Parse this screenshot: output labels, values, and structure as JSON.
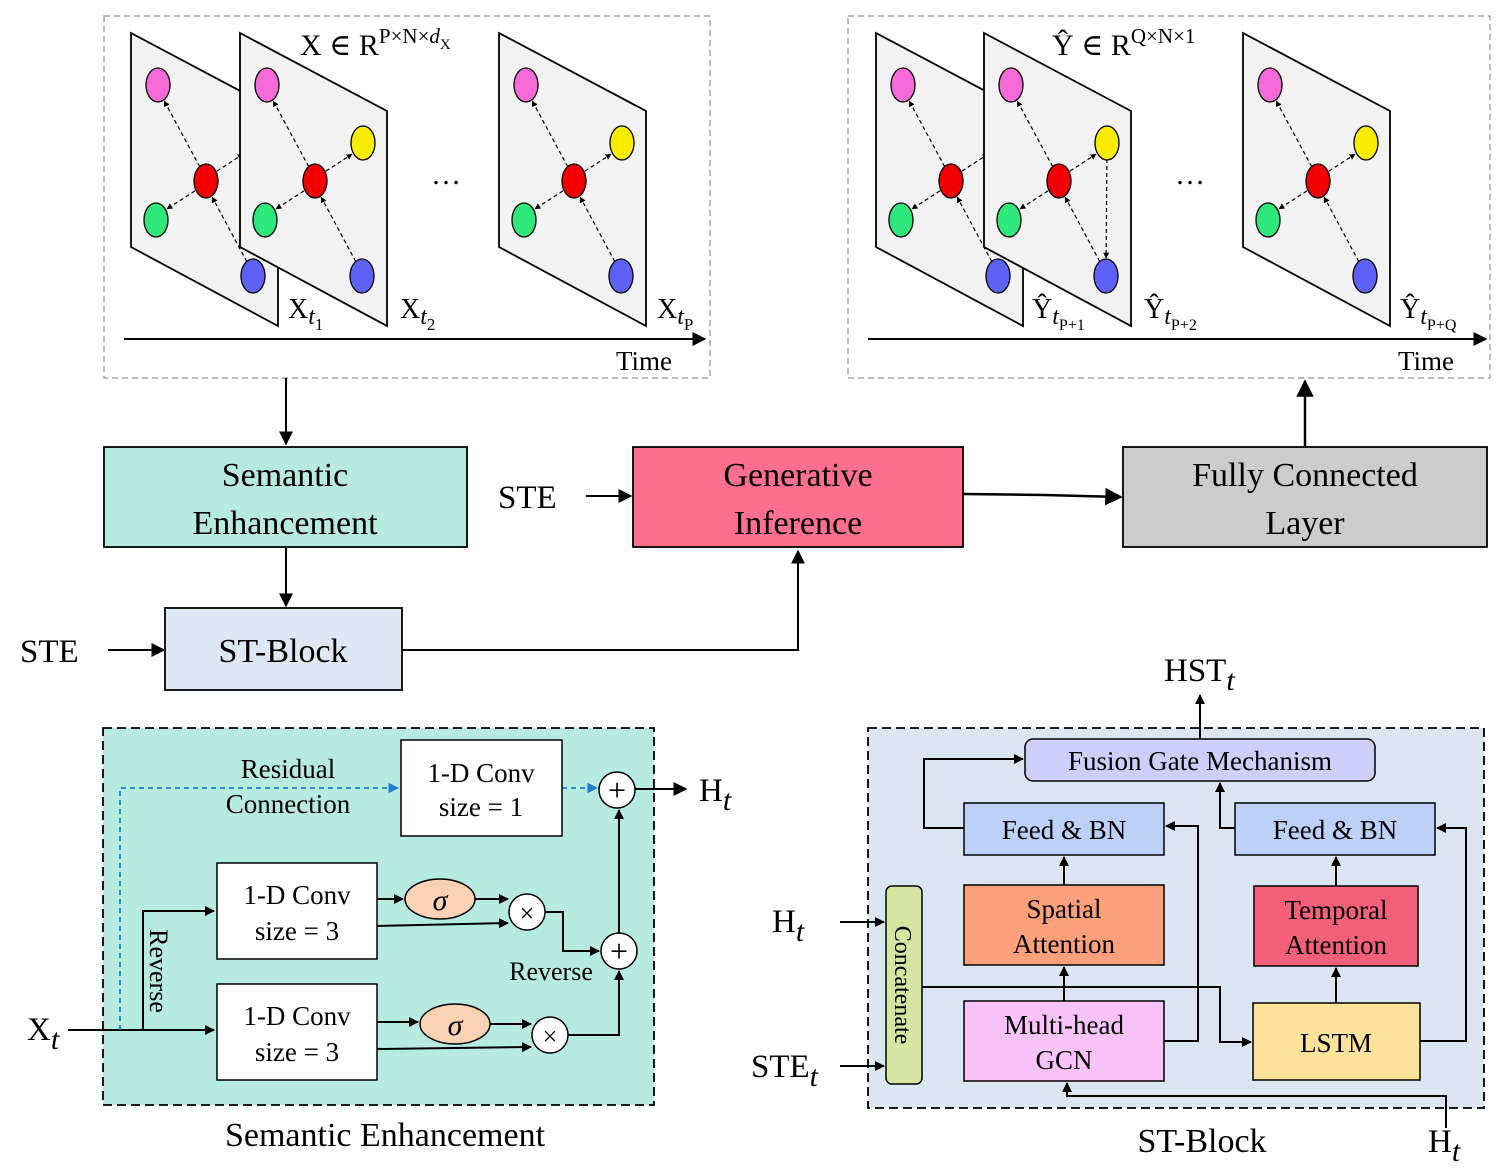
{
  "input_panel": {
    "formula": {
      "base": "X ∈ R",
      "sup": "P×N×",
      "sup_var": "d",
      "sup_sub": "X"
    },
    "ellipsis": "…",
    "frame_labels": [
      {
        "base": "X",
        "var": "t",
        "sub": "1"
      },
      {
        "base": "X",
        "var": "t",
        "sub": "2"
      },
      {
        "base": "X",
        "var": "t",
        "sub": "P"
      }
    ],
    "time_label": "Time"
  },
  "output_panel": {
    "formula": {
      "base": "Ŷ ∈ R",
      "sup": "Q×N×1"
    },
    "ellipsis": "…",
    "frame_labels": [
      {
        "base": "Ŷ",
        "var": "t",
        "sub": "P+1"
      },
      {
        "base": "Ŷ",
        "var": "t",
        "sub": "P+2"
      },
      {
        "base": "Ŷ",
        "var": "t",
        "sub": "P+Q"
      }
    ],
    "time_label": "Time"
  },
  "pipeline": {
    "semantic_enhancement": [
      "Semantic",
      "Enhancement"
    ],
    "st_block": "ST-Block",
    "generative_inference": [
      "Generative",
      "Inference"
    ],
    "fully_connected": [
      "Fully Connected",
      "Layer"
    ],
    "ste_left": "STE",
    "ste_middle": "STE"
  },
  "se_detail": {
    "title": "Semantic Enhancement",
    "residual": [
      "Residual",
      "Connection"
    ],
    "conv1": [
      "1-D Conv",
      "size = 1"
    ],
    "conv3_top": [
      "1-D Conv",
      "size = 3"
    ],
    "conv3_bottom": [
      "1-D Conv",
      "size = 3"
    ],
    "sigma": "σ",
    "times": "×",
    "plus": "+",
    "reverse_vertical": "Reverse",
    "reverse_horizontal": "Reverse",
    "output": {
      "base": "H",
      "var": "t"
    },
    "input": {
      "base": "X",
      "var": "t"
    }
  },
  "st_detail": {
    "title": "ST-Block",
    "output": {
      "base": "HST",
      "var": "t"
    },
    "fusion_gate": "Fusion Gate Mechanism",
    "feed_bn_left": "Feed & BN",
    "feed_bn_right": "Feed & BN",
    "spatial_attention": [
      "Spatial",
      "Attention"
    ],
    "temporal_attention": [
      "Temporal",
      "Attention"
    ],
    "multihead_gcn": [
      "Multi-head",
      "GCN"
    ],
    "lstm": "LSTM",
    "concatenate": "Concatenate",
    "input_h": {
      "base": "H",
      "var": "t"
    },
    "input_ste": {
      "base": "STE",
      "var": "t"
    },
    "input_h_bottom": {
      "base": "H",
      "var": "t"
    }
  },
  "colors": {
    "semantic_enhancement": "#b7ebe0",
    "st_block": "#dde8f4",
    "generative_inference": "#fc6f8e",
    "fully_connected": "#cccccc",
    "se_panel": "#b7ebe0",
    "st_panel": "#dce6f2",
    "fusion_gate": "#cfcdfa",
    "feed_bn": "#bcd0f8",
    "spatial_attention": "#fca07c",
    "temporal_attention": "#f4607a",
    "multihead_gcn": "#f9c2f8",
    "lstm": "#fde29b",
    "concatenate": "#d6e6a2",
    "sigma": "#fad2b4",
    "node_pink": "#f56ad8",
    "node_yellow": "#f9ec00",
    "node_red": "#f00000",
    "node_green": "#2ee87c",
    "node_blue": "#5e61f5",
    "residual_dash": "#1b7fd4"
  }
}
